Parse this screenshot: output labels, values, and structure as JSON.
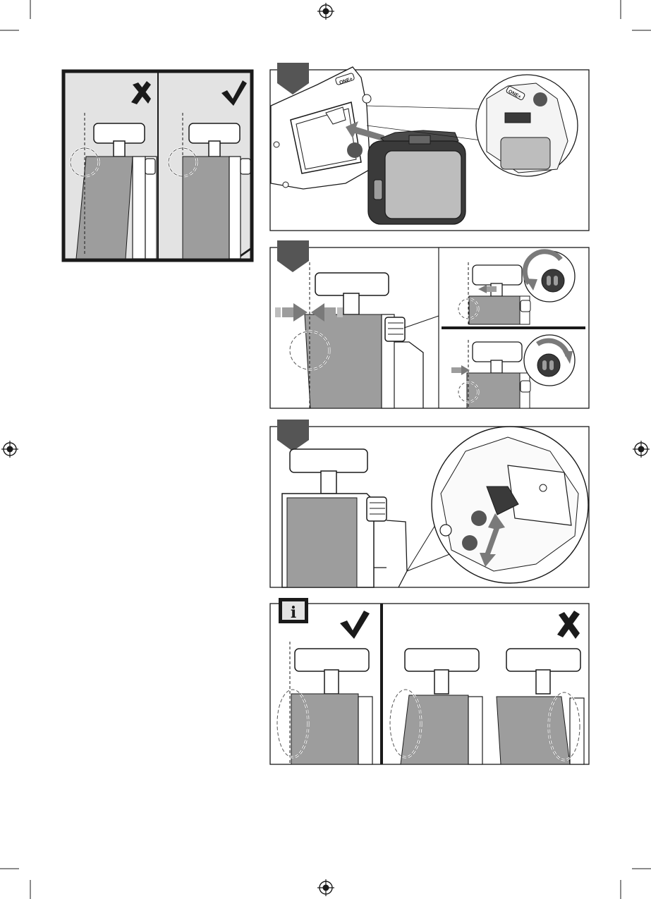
{
  "page": {
    "background": "#ffffff",
    "ink_color": "#1a1a1a",
    "panel_gray": "#e3e3e3",
    "belt_gray": "#9d9d9d"
  },
  "brand_labels": {
    "tool_label": "ONE+",
    "detail_label": "ONE+"
  },
  "info_icon": {
    "glyph": "i",
    "icon": "info-icon"
  },
  "step_badges": [
    "step-badge-1",
    "step-badge-2",
    "step-badge-3"
  ],
  "marks": {
    "wrong": "cross-mark-icon",
    "right": "check-mark-icon"
  }
}
